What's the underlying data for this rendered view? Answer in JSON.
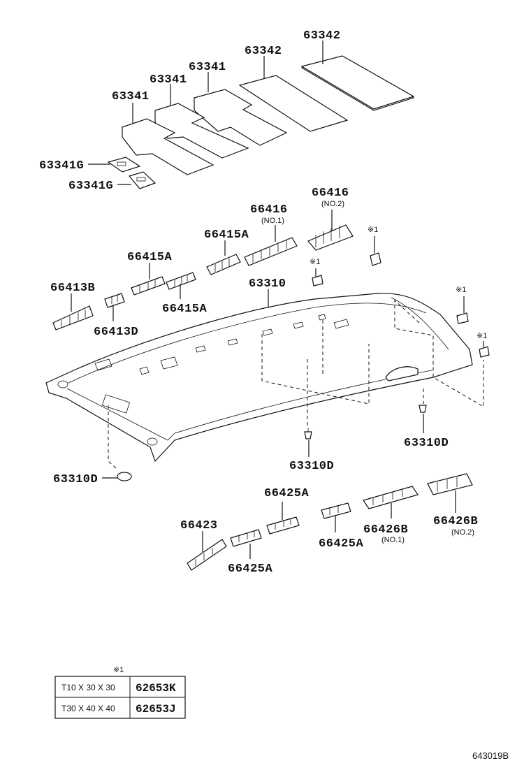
{
  "labels": {
    "l63342a": "63342",
    "l63342b": "63342",
    "l63341a": "63341",
    "l63341b": "63341",
    "l63341c": "63341",
    "l63341g1": "63341G",
    "l63341g2": "63341G",
    "l66416a": "66416",
    "l66416a_sub": "(NO.2)",
    "l66416b": "66416",
    "l66416b_sub": "(NO.1)",
    "l66415a1": "66415A",
    "l66415a2": "66415A",
    "l66415a3": "66415A",
    "l63310": "63310",
    "l66413b": "66413B",
    "l66413d": "66413D",
    "l63310d1": "63310D",
    "l63310d2": "63310D",
    "l63310d3": "63310D",
    "l66425a1": "66425A",
    "l66425a2": "66425A",
    "l66425a3": "66425A",
    "l66423": "66423",
    "l66426b1": "66426B",
    "l66426b1_sub": "(NO.1)",
    "l66426b2": "66426B",
    "l66426b2_sub": "(NO.2)",
    "note1": "※1",
    "note2": "※1",
    "note3": "※1",
    "note4": "※1"
  },
  "table": {
    "note": "※1",
    "rows": [
      {
        "size": "T10 X 30 X 30",
        "code": "62653K"
      },
      {
        "size": "T30 X 40 X 40",
        "code": "62653J"
      }
    ]
  },
  "figure_ref": "643019B"
}
